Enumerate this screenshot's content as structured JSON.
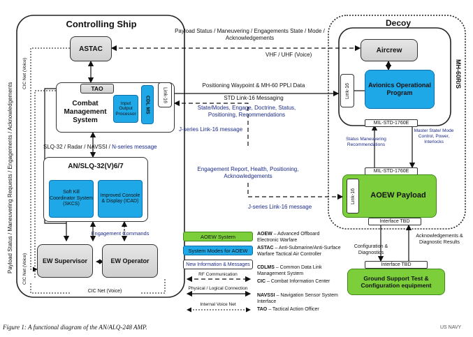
{
  "controlling_ship": {
    "title": "Controlling Ship",
    "astac": "ASTAC",
    "tao": "TAO",
    "cms": "Combat Management System",
    "iop": "Input Output Processor",
    "cdl_ms": "CDL MS",
    "link16": "Link-16",
    "slq_msg_prefix": "SLQ-32 / Radar / NAVSSI /",
    "slq_msg_suffix": "N-series message",
    "slq32": "AN/SLQ-32(V)6/7",
    "skcs": "Soft Kill Coordinator System (SKCS)",
    "icad": "Improved Console & Display (ICAD)",
    "engagement_commands": "Engagement Commands",
    "ew_supervisor": "EW Supervisor",
    "ew_operator": "EW Operator",
    "cic_net_voice_1": "CIC Net (Voice)",
    "cic_net_voice_2": "CIC Net (Voice)",
    "cic_net_voice_3": "CIC Net (Voice)",
    "side_label": "Payload Status / Maneuvering Requests / Engagements / Acknowledgements"
  },
  "messages": {
    "payload_status": "Payload Status / Maneuvering / Engagements State / Mode / Acknowledgements",
    "vhf": "VHF / UHF (Voice)",
    "positioning": "Positioning Waypoint & MH-60 PPLI Data",
    "std_link16": "STD Link-16 Messaging",
    "state_modes": "State/Modes, Engage, Doctrine, Status, Positioning, Recommendations",
    "jseries_1": "J-series Link-16 message",
    "engagement_report": "Engagement Report, Health, Positioning, Acknowledgements",
    "jseries_2": "J-series Link-16 message"
  },
  "decoy": {
    "title": "Decoy",
    "aircrew": "Aircrew",
    "mh60": "MH-60R/S",
    "avionics": "Avionics Operational Program",
    "link16": "Link-16",
    "mil_std_1": "MIL-STD-1760E",
    "status_maneuvering": "Status Maneuvering Recommendations",
    "master_state": "Master State/ Mode Control, Power, Interlocks",
    "mil_std_2": "MIL-STD-1760E",
    "aoew_link16": "Link-16",
    "aoew_payload": "AOEW Payload",
    "interface_tbd": "Interface TBD"
  },
  "ground": {
    "config_diag": "Configuration & Diagnostics",
    "ack_diag": "Acknowledgements & Diagnostic Results",
    "interface_tbd": "Interface TBD",
    "gse": "Ground Support Test & Configuration equipment"
  },
  "legend": {
    "aoew_system": "AOEW System",
    "system_modes": "System Modes for AOEW",
    "new_info": "New Information & Messages",
    "rf": "RF Communication",
    "physical": "Physical / Logical Connection",
    "voice": "Internal Voice Net"
  },
  "acronyms": [
    {
      "term": "AOEW",
      "def": "– Advanced Offboard Electronic Warfare"
    },
    {
      "term": "ASTAC",
      "def": "– Anti-Submarine/Anti-Surface Warfare Tactical Air Controller"
    },
    {
      "term": "CDLMS",
      "def": "– Common Data Link Management System"
    },
    {
      "term": "CIC",
      "def": "– Combat Information Center"
    },
    {
      "term": "NAVSSI",
      "def": "– Navigation Sensor System Interface"
    },
    {
      "term": "TAO",
      "def": "– Tactical Action Officer"
    }
  ],
  "caption": "Figure 1: A functional diagram of the AN/ALQ-248 AMP.",
  "credit": "US NAVY",
  "colors": {
    "green": "#7ccf3a",
    "blue": "#1fa8e8",
    "navy": "#1a2a8a"
  }
}
